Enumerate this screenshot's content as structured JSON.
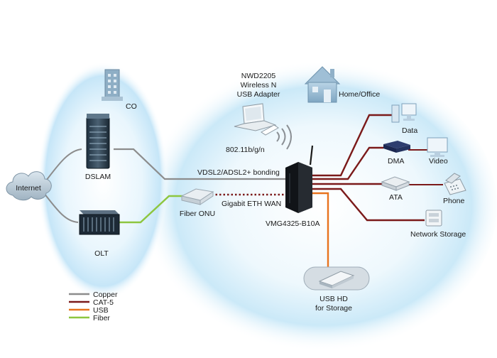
{
  "nodes": {
    "co": "CO",
    "internet": "Internet",
    "dslam": "DSLAM",
    "olt": "OLT",
    "fiber_onu": "Fiber ONU",
    "adapter": [
      "NWD2205",
      "Wireless N",
      "USB Adapter"
    ],
    "home_office": "Home/Office",
    "router": "VMG4325-B10A",
    "data": "Data",
    "dma": "DMA",
    "video": "Video",
    "ata": "ATA",
    "phone": "Phone",
    "network_storage": "Network Storage",
    "usb_hd": [
      "USB HD",
      "for Storage"
    ]
  },
  "links": {
    "wifi": "802.11b/g/n",
    "vdsl": "VDSL2/ADSL2+ bonding",
    "gigabit_wan": "Gigabit ETH WAN"
  },
  "legend": [
    {
      "label": "Copper",
      "color": "#8c8c8c"
    },
    {
      "label": "CAT-5",
      "color": "#7b1a1a"
    },
    {
      "label": "USB",
      "color": "#e8731e"
    },
    {
      "label": "Fiber",
      "color": "#8dc63f"
    }
  ],
  "colors": {
    "copper": "#8c8c8c",
    "cat5": "#7b1a1a",
    "usb": "#e8731e",
    "fiber": "#8dc63f",
    "halo": "#bfe3f7"
  }
}
